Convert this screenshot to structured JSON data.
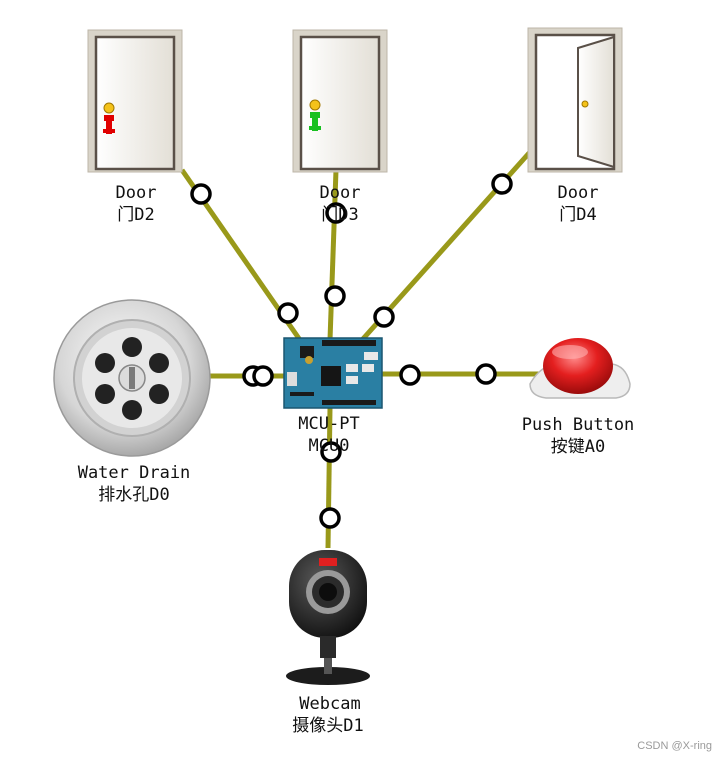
{
  "colors": {
    "link": "#99991a",
    "board": "#2a7fa3",
    "door": "#f2efe8",
    "frame": "#d9d4c9",
    "led_red": "#e00000",
    "led_green": "#18c020",
    "button_red": "#e41f1f"
  },
  "devices": {
    "door_d2": {
      "name": "Door",
      "label": "门D2",
      "icon": "door-closed-red-icon"
    },
    "door_d3": {
      "name": "Door",
      "label": "门D3",
      "icon": "door-closed-green-icon"
    },
    "door_d4": {
      "name": "Door",
      "label": "门D4",
      "icon": "door-open-icon"
    },
    "water_drain": {
      "name": "Water Drain",
      "label": "排水孔D0",
      "icon": "water-drain-icon"
    },
    "mcu": {
      "name": "MCU-PT",
      "label": "MCU0",
      "icon": "microcontroller-board-icon"
    },
    "push_button": {
      "name": "Push Button",
      "label": "按键A0",
      "icon": "push-button-icon"
    },
    "webcam": {
      "name": "Webcam",
      "label": "摄像头D1",
      "icon": "webcam-icon"
    }
  },
  "watermark": "CSDN @X-ring"
}
